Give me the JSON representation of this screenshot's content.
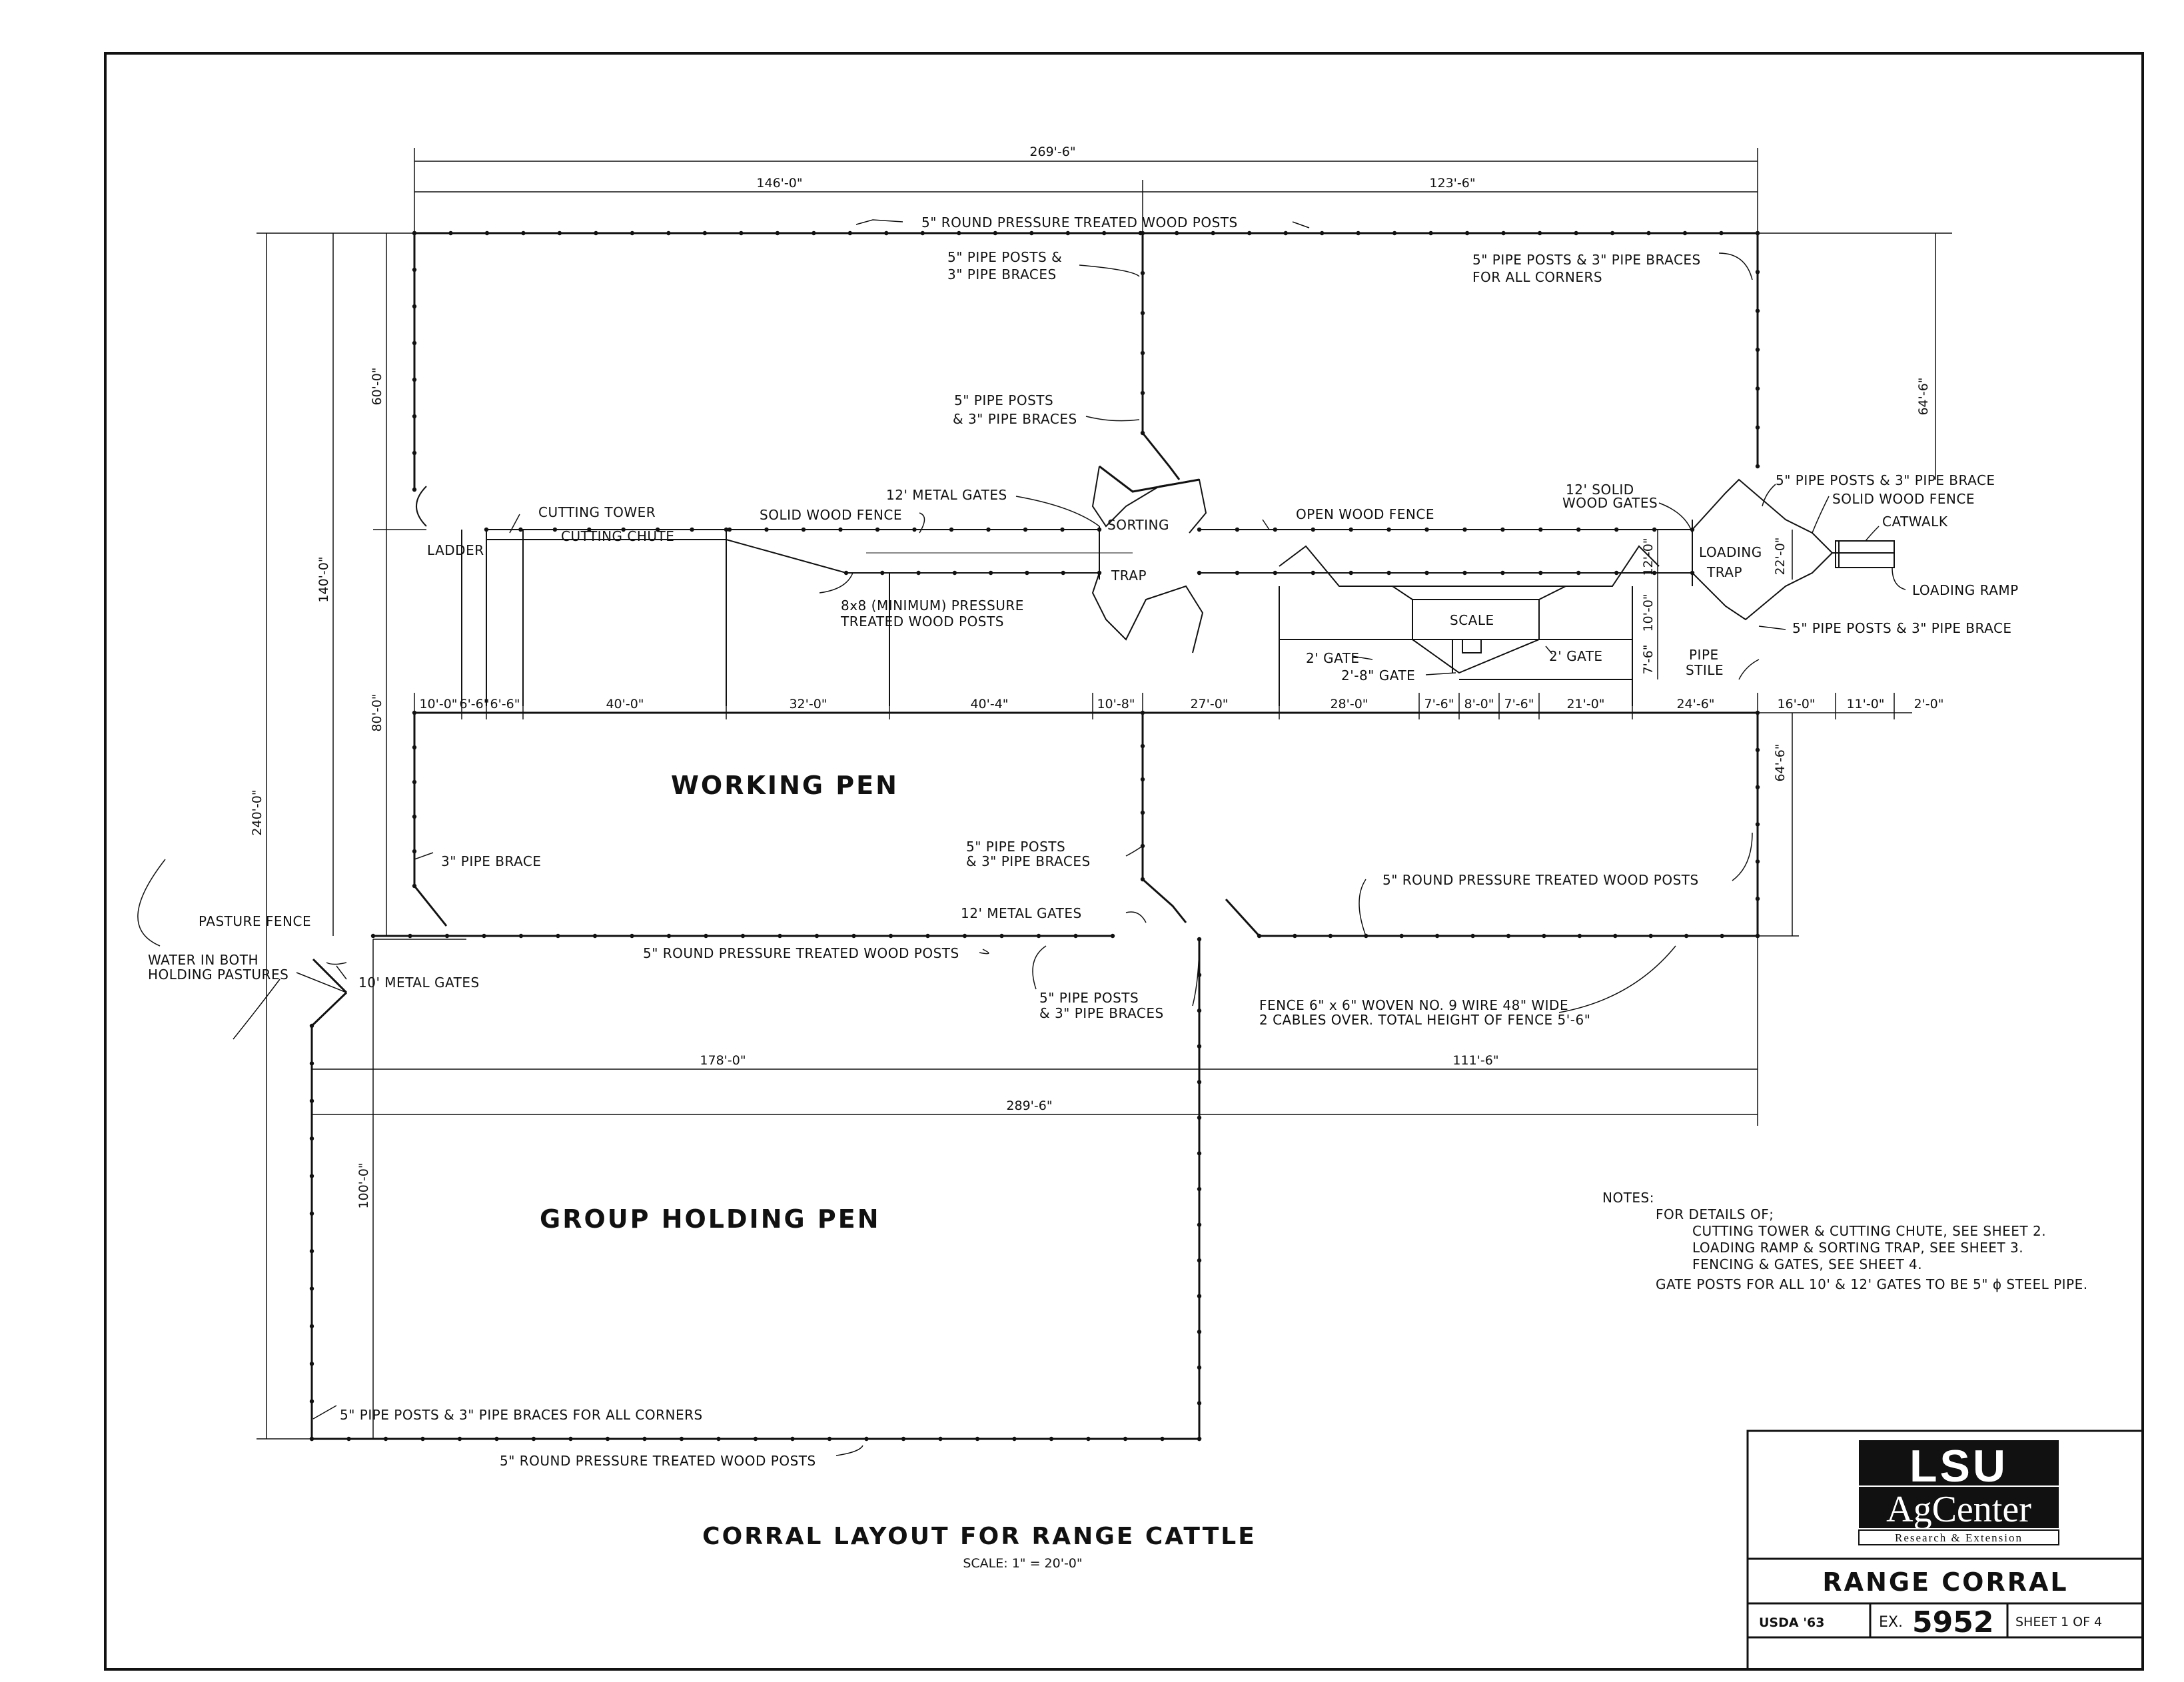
{
  "dimensions": {
    "top_total": "269'-6\"",
    "top_left": "146'-0\"",
    "top_right": "123'-6\"",
    "left_60": "60'-0\"",
    "left_140": "140'-0\"",
    "left_80": "80'-0\"",
    "left_240": "240'-0\"",
    "left_100": "100'-0\"",
    "right_upper": "64'-6\"",
    "right_lower": "64'-6\"",
    "loading_22": "22'-0\"",
    "v_12": "12'-0\"",
    "v_10": "10'-0\"",
    "v_7_6": "7'-6\"",
    "group_178": "178'-0\"",
    "group_111": "111'-6\"",
    "group_total": "289'-6\"",
    "row": [
      "10'-0\"",
      "6'-6\"",
      "6'-6\"",
      "40'-0\"",
      "32'-0\"",
      "40'-4\"",
      "10'-8\"",
      "27'-0\"",
      "28'-0\"",
      "7'-6\"",
      "8'-0\"",
      "7'-6\"",
      "21'-0\"",
      "24'-6\"",
      "16'-0\"",
      "11'-0\"",
      "2'-0\""
    ]
  },
  "labels": {
    "round_posts_top": "5\" ROUND PRESSURE TREATED WOOD POSTS",
    "pipe_posts_mid_1": "5\" PIPE POSTS &",
    "pipe_posts_mid_2": "3\" PIPE BRACES",
    "pipe_posts_corners_1": "5\" PIPE POSTS & 3\" PIPE BRACES",
    "pipe_posts_corners_2": "FOR ALL CORNERS",
    "pipe_posts_sort_1": "5\" PIPE POSTS",
    "pipe_posts_sort_2": "& 3\" PIPE BRACES",
    "metal_gates_12": "12' METAL GATES",
    "cutting_tower": "CUTTING TOWER",
    "ladder": "LADDER",
    "cutting_chute": "CUTTING CHUTE",
    "solid_wood_fence": "SOLID WOOD FENCE",
    "sorting": "SORTING",
    "trap": "TRAP",
    "open_wood_fence": "OPEN WOOD FENCE",
    "solid_gates_1": "12' SOLID",
    "solid_gates_2": "WOOD GATES",
    "loading": "LOADING",
    "loading_trap": "TRAP",
    "brace_right_top": "5\" PIPE POSTS & 3\" PIPE BRACE",
    "solid_fence_right": "SOLID WOOD FENCE",
    "catwalk": "CATWALK",
    "loading_ramp": "LOADING RAMP",
    "brace_right_mid": "5\" PIPE POSTS & 3\" PIPE BRACE",
    "wood_posts_1": "8x8 (MINIMUM) PRESSURE",
    "wood_posts_2": "TREATED  WOOD POSTS",
    "scale": "SCALE",
    "gate_2_left": "2' GATE",
    "gate_2_8": "2'-8\" GATE",
    "gate_2_right": "2' GATE",
    "pipe_stile_1": "PIPE",
    "pipe_stile_2": "STILE",
    "working_pen": "WORKING PEN",
    "pipe_brace_3": "3\" PIPE BRACE",
    "pipe_posts_work_1": "5\" PIPE POSTS",
    "pipe_posts_work_2": "& 3\" PIPE BRACES",
    "metal_gates_12_lower": "12' METAL GATES",
    "round_posts_right": "5\" ROUND PRESSURE  TREATED  WOOD POSTS",
    "pasture_fence": "PASTURE FENCE",
    "water_1": "WATER IN BOTH",
    "water_2": "HOLDING PASTURES",
    "metal_gates_10": "10' METAL GATES",
    "round_posts_mid": "5\" ROUND PRESSURE TREATED WOOD POSTS",
    "pipe_posts_low_1": "5\" PIPE POSTS",
    "pipe_posts_low_2": "& 3\" PIPE BRACES",
    "fence_spec_1": "FENCE 6\" x 6\" WOVEN NO. 9 WIRE 48\" WIDE",
    "fence_spec_2": "2 CABLES OVER. TOTAL HEIGHT OF FENCE 5'-6\"",
    "group_holding_pen": "GROUP HOLDING PEN",
    "corners_note": "5\" PIPE POSTS & 3\" PIPE BRACES FOR ALL CORNERS",
    "round_posts_bottom": "5\" ROUND PRESSURE TREATED WOOD POSTS"
  },
  "notes": {
    "heading": "NOTES:",
    "lines": [
      "FOR DETAILS OF;",
      "CUTTING TOWER & CUTTING CHUTE, SEE SHEET 2.",
      "LOADING RAMP & SORTING TRAP, SEE SHEET 3.",
      "FENCING & GATES, SEE SHEET 4.",
      "GATE POSTS FOR ALL 10' & 12' GATES TO BE 5\" ϕ STEEL PIPE."
    ]
  },
  "title": {
    "main": "CORRAL LAYOUT FOR RANGE CATTLE",
    "scale": "SCALE: 1\" = 20'-0\""
  },
  "title_block": {
    "logo_top": "LSU",
    "logo_mid": "AgCenter",
    "logo_sub": "Research & Extension",
    "name": "RANGE CORRAL",
    "usda": "USDA '63",
    "ex_prefix": "EX.",
    "ex_number": "5952",
    "sheet": "SHEET 1 OF 4"
  }
}
